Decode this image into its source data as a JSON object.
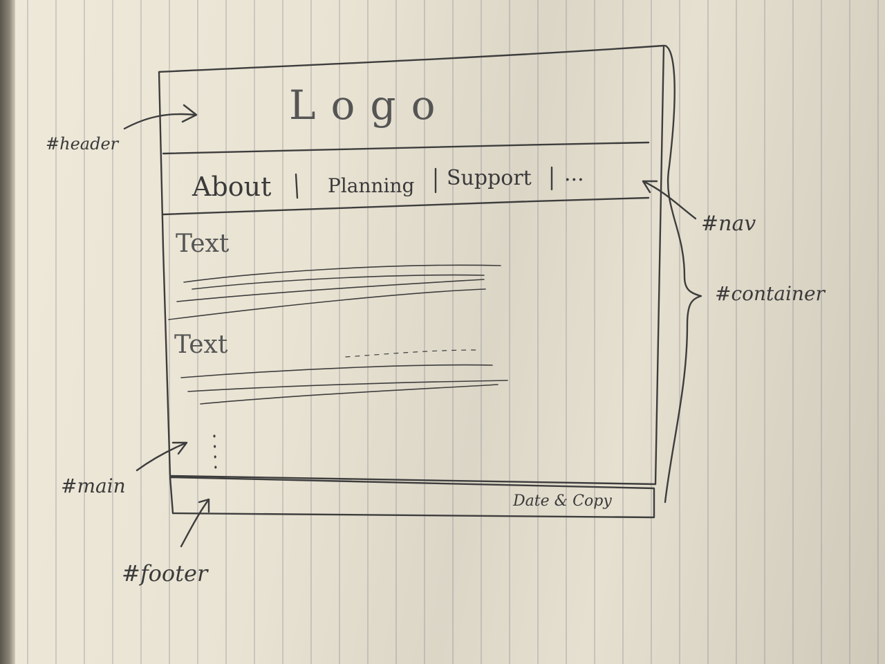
{
  "header": {
    "logo": "Logo"
  },
  "nav": {
    "items": [
      "About",
      "Planning",
      "Support",
      "..."
    ]
  },
  "main": {
    "blocks": [
      "Text",
      "Text"
    ]
  },
  "footer": {
    "text": "Date & Copy"
  },
  "annotations": {
    "header": "#header",
    "nav": "#nav",
    "container": "#container",
    "main": "#main",
    "footer": "#footer"
  }
}
